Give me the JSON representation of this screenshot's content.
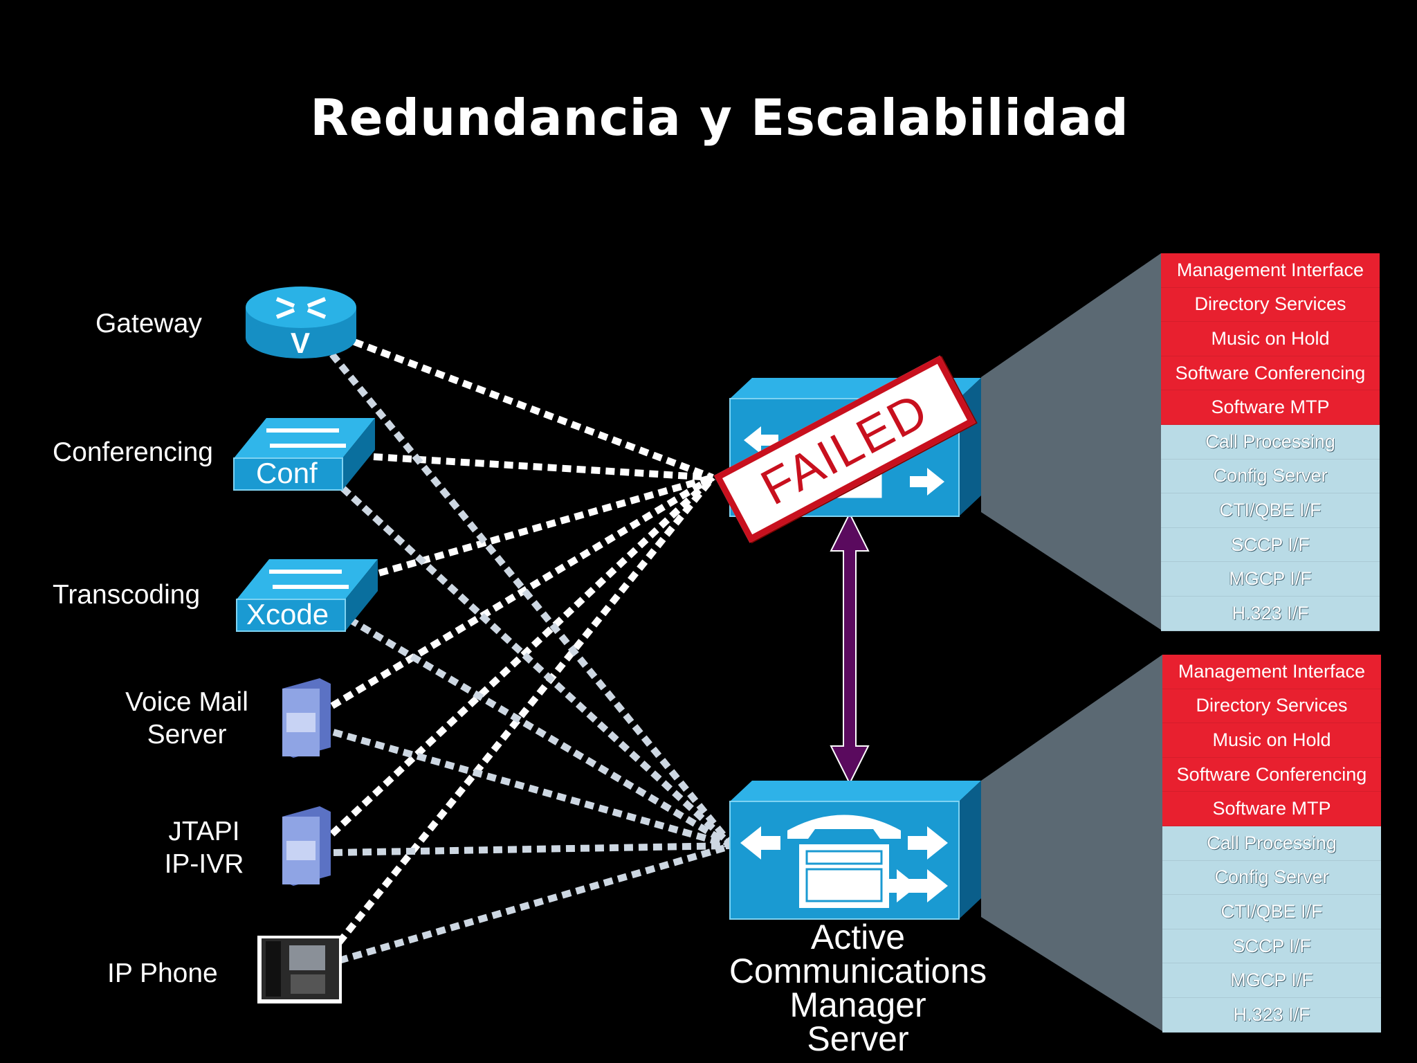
{
  "title": "Redundancia y Escalabilidad",
  "devices": {
    "gateway": "Gateway",
    "conferencing": "Conferencing",
    "transcoding": "Transcoding",
    "voice_mail": "Voice Mail\nServer",
    "jtapi": "JTAPI\nIP-IVR",
    "ip_phone": "IP Phone"
  },
  "device_badges": {
    "router": "V",
    "conf": "Conf",
    "xcode": "Xcode"
  },
  "failed_label": "FAILED",
  "server_caption": "Active\nCommunications\nManager\nServer",
  "top_panel": {
    "red": [
      "Management Interface",
      "Directory Services",
      "Music on Hold",
      "Software Conferencing",
      "Software MTP"
    ],
    "blue": [
      "Call Processing",
      "Config Server",
      "CTI/QBE I/F",
      "SCCP I/F",
      "MGCP I/F",
      "H.323 I/F"
    ]
  },
  "bottom_panel": {
    "red": [
      "Management Interface",
      "Directory Services",
      "Music on Hold",
      "Software Conferencing",
      "Software MTP"
    ],
    "blue": [
      "Call Processing",
      "Config Server",
      "CTI/QBE I/F",
      "SCCP I/F",
      "MGCP I/F",
      "H.323 I/F"
    ]
  },
  "colors": {
    "background": "#000000",
    "device_blue": "#1aa0d8",
    "red_row": "#e8202f",
    "blue_row": "#b9dbe6",
    "arrow_purple": "#5a0a5e",
    "failed_red": "#c8101e"
  }
}
